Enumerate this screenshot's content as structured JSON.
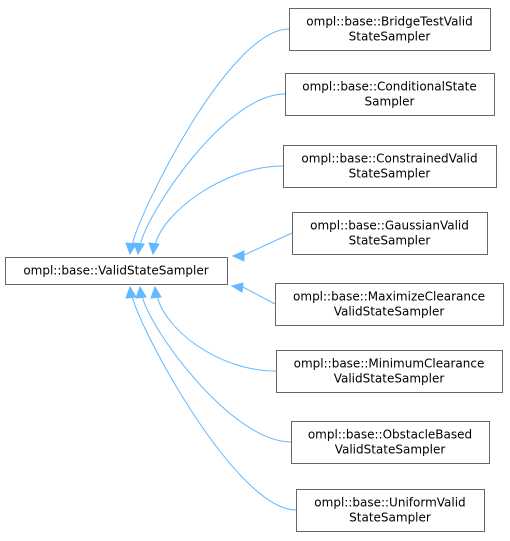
{
  "diagram": {
    "base": {
      "lines": [
        "ompl::base::ValidStateSampler"
      ]
    },
    "derived": [
      {
        "lines": [
          "ompl::base::BridgeTestValid",
          "StateSampler"
        ]
      },
      {
        "lines": [
          "ompl::base::ConditionalState",
          "Sampler"
        ]
      },
      {
        "lines": [
          "ompl::base::ConstrainedValid",
          "StateSampler"
        ]
      },
      {
        "lines": [
          "ompl::base::GaussianValid",
          "StateSampler"
        ]
      },
      {
        "lines": [
          "ompl::base::MaximizeClearance",
          "ValidStateSampler"
        ]
      },
      {
        "lines": [
          "ompl::base::MinimumClearance",
          "ValidStateSampler"
        ]
      },
      {
        "lines": [
          "ompl::base::ObstacleBased",
          "ValidStateSampler"
        ]
      },
      {
        "lines": [
          "ompl::base::UniformValid",
          "StateSampler"
        ]
      }
    ],
    "colors": {
      "edge": "#63b8ff",
      "node_border": "#666666",
      "text": "#000000"
    }
  }
}
